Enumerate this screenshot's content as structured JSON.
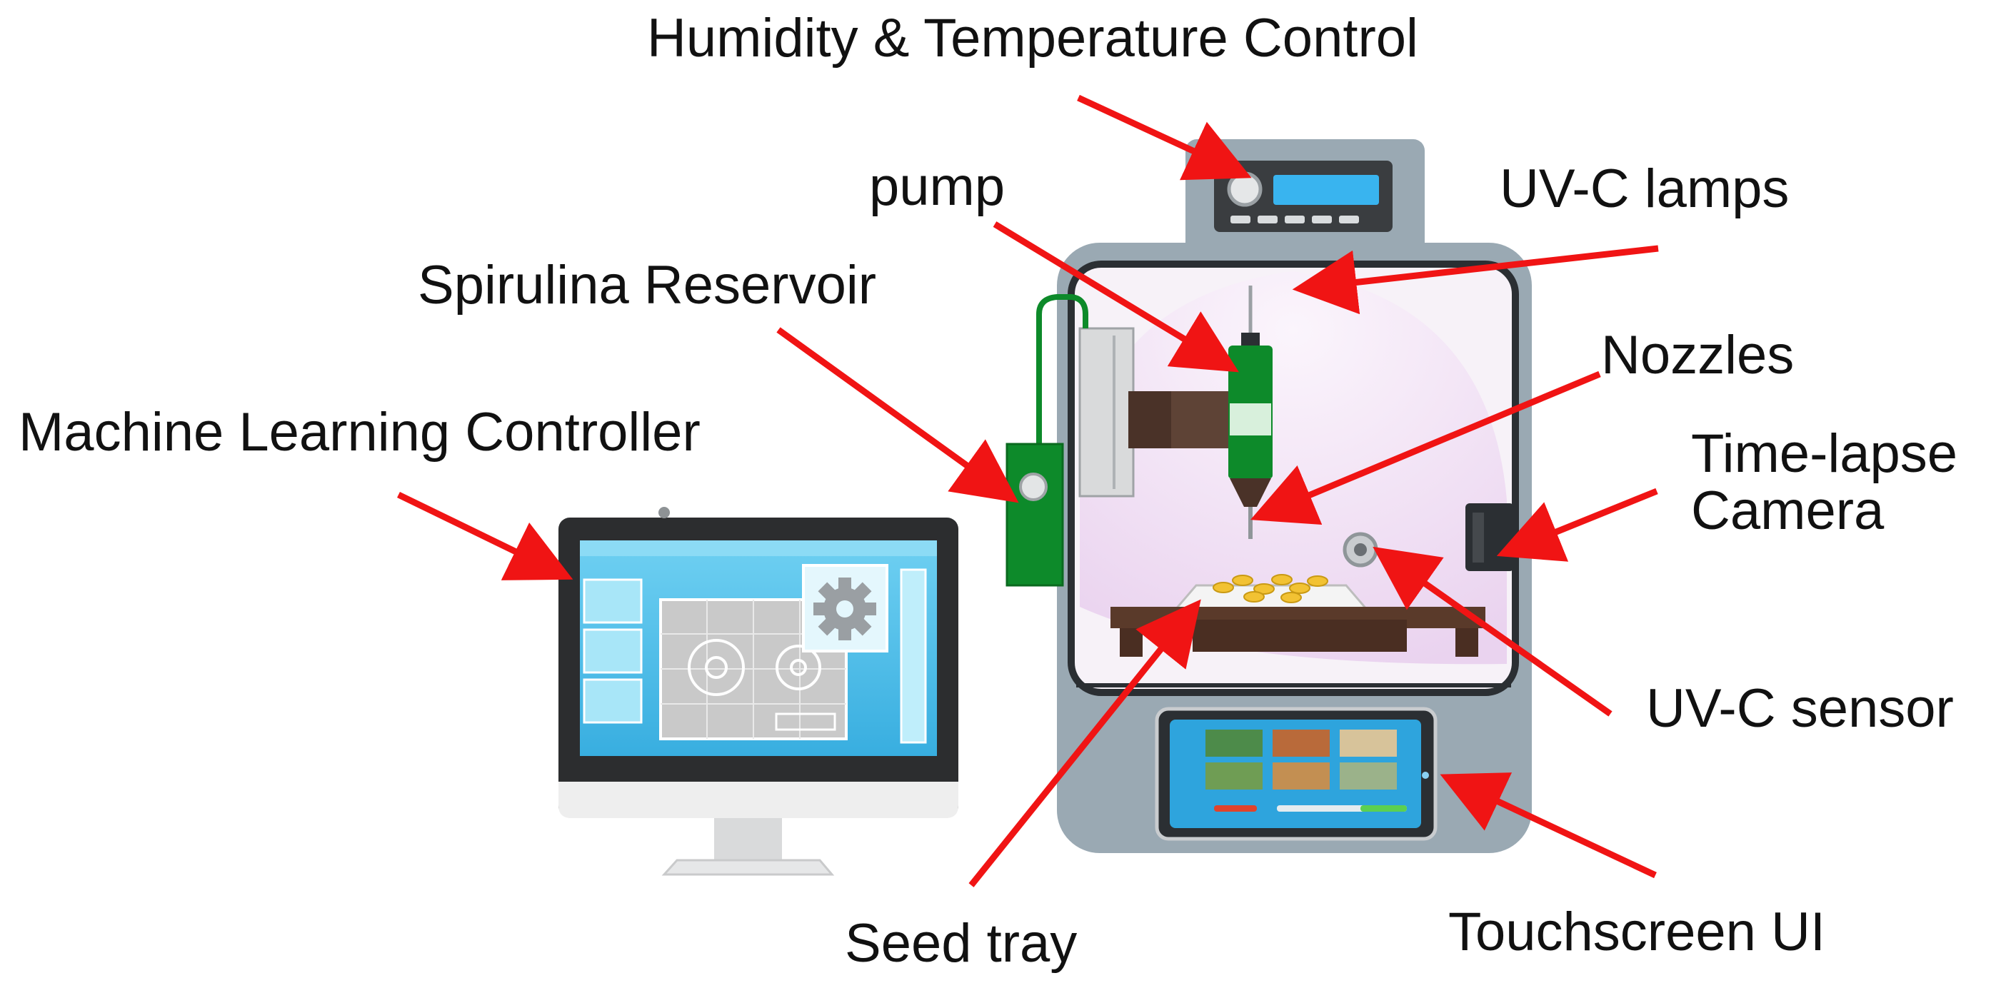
{
  "labels": {
    "humidity": "Humidity & Temperature Control",
    "pump": "pump",
    "uvc_lamps": "UV-C lamps",
    "spirulina": "Spirulina Reservoir",
    "nozzles": "Nozzles",
    "ml_controller": "Machine Learning Controller",
    "timelapse_line1": "Time-lapse",
    "timelapse_line2": "Camera",
    "uvc_sensor": "UV-C sensor",
    "seed_tray": "Seed tray",
    "touchscreen": "Touchscreen UI"
  },
  "colors": {
    "arrow": "#f01414",
    "cabinet": "#9aa9b3",
    "chamber_bg": "#f7f2f8",
    "uv_glow": "#efdcf2",
    "monitor_blue": "#55c3ec",
    "pump_green": "#0d8a2a",
    "tray_brown": "#5a3a2a",
    "lcd_blue": "#39b4ef"
  }
}
